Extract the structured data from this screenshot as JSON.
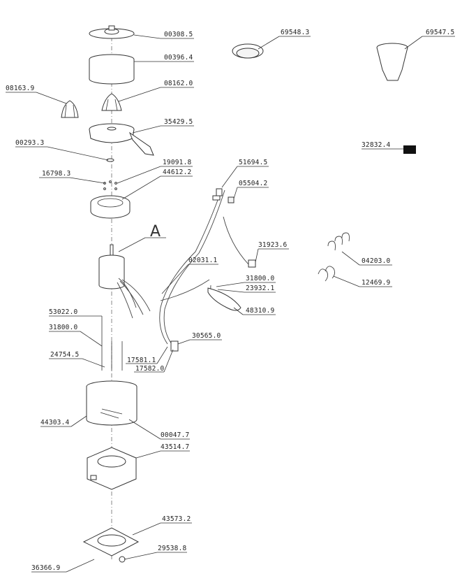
{
  "callouts": {
    "lid": "00308.5",
    "ring": "00396.4",
    "cone_small": "08163.9",
    "cone": "08162.0",
    "juice_tray": "35429.5",
    "washer": "00293.3",
    "screws_a": "19091.8",
    "base_plate": "44612.2",
    "screws_b": "16798.3",
    "strainer": "69548.3",
    "cup": "69547.5",
    "black_part": "32832.4",
    "plug": "51694.5",
    "chip": "05504.2",
    "connector": "31923.6",
    "springs": "04203.0",
    "hooks": "12469.9",
    "cable": "02031.1",
    "wire_a": "31800.0",
    "wire_b": "23932.1",
    "wire_c": "48310.9",
    "clip": "30565.0",
    "rod": "53022.0",
    "rod_b": "31800.0",
    "spring_wire": "24754.5",
    "term_a": "17581.1",
    "term_b": "17582.0",
    "housing": "44303.4",
    "decal": "00047.7",
    "frame": "43514.7",
    "foot_plate": "43573.2",
    "foot": "29538.8",
    "screws_c": "36366.9"
  },
  "section_letter": "A"
}
